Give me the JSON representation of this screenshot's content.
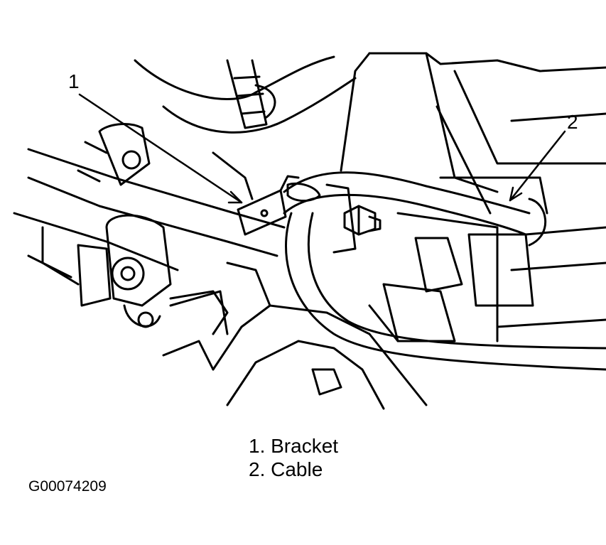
{
  "callouts": {
    "one": "1",
    "two": "2"
  },
  "legend": {
    "items": [
      "1. Bracket",
      "2. Cable"
    ]
  },
  "figure_id": "G00074209",
  "colors": {
    "line": "#000000",
    "background": "#ffffff"
  }
}
